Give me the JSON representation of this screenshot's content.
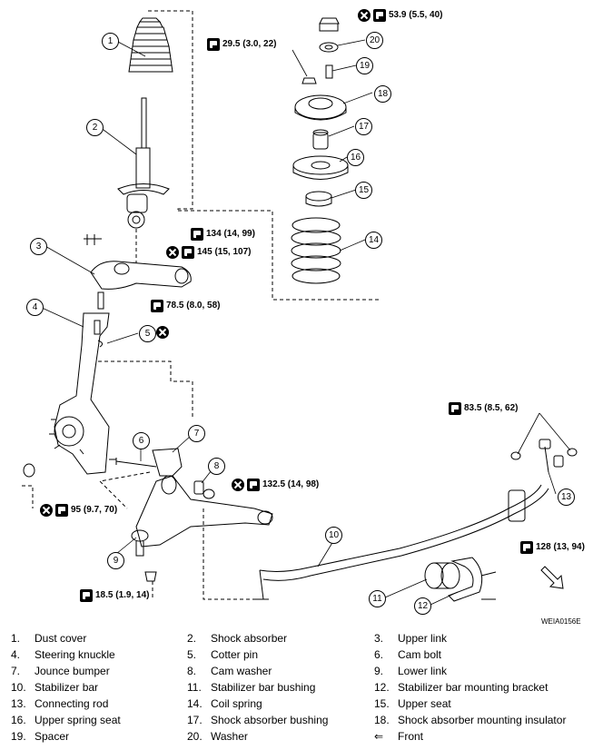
{
  "callouts": [
    "1",
    "2",
    "3",
    "4",
    "5",
    "6",
    "7",
    "8",
    "9",
    "10",
    "11",
    "12",
    "13",
    "14",
    "15",
    "16",
    "17",
    "18",
    "19",
    "20"
  ],
  "torques": {
    "t1": "53.9 (5.5, 40)",
    "t2": "29.5 (3.0, 22)",
    "t3": "134 (14, 99)",
    "t4": "145 (15, 107)",
    "t5": "78.5 (8.0, 58)",
    "t6": "83.5 (8.5, 62)",
    "t7": "132.5 (14, 98)",
    "t8": "95 (9.7, 70)",
    "t9": "128 (13, 94)",
    "t10": "18.5 (1.9, 14)"
  },
  "figure_code": "WEIA0156E",
  "legend": [
    {
      "num": "1.",
      "name": "Dust cover"
    },
    {
      "num": "2.",
      "name": "Shock absorber"
    },
    {
      "num": "3.",
      "name": "Upper link"
    },
    {
      "num": "4.",
      "name": "Steering knuckle"
    },
    {
      "num": "5.",
      "name": "Cotter pin"
    },
    {
      "num": "6.",
      "name": "Cam bolt"
    },
    {
      "num": "7.",
      "name": "Jounce bumper"
    },
    {
      "num": "8.",
      "name": "Cam washer"
    },
    {
      "num": "9.",
      "name": "Lower link"
    },
    {
      "num": "10.",
      "name": "Stabilizer bar"
    },
    {
      "num": "11.",
      "name": "Stabilizer bar bushing"
    },
    {
      "num": "12.",
      "name": "Stabilizer bar mounting bracket"
    },
    {
      "num": "13.",
      "name": "Connecting rod"
    },
    {
      "num": "14.",
      "name": "Coil spring"
    },
    {
      "num": "15.",
      "name": "Upper seat"
    },
    {
      "num": "16.",
      "name": "Upper spring seat"
    },
    {
      "num": "17.",
      "name": "Shock absorber bushing"
    },
    {
      "num": "18.",
      "name": "Shock absorber mounting insulator"
    },
    {
      "num": "19.",
      "name": "Spacer"
    },
    {
      "num": "20.",
      "name": "Washer"
    },
    {
      "num": "⇐",
      "name": "Front"
    }
  ]
}
